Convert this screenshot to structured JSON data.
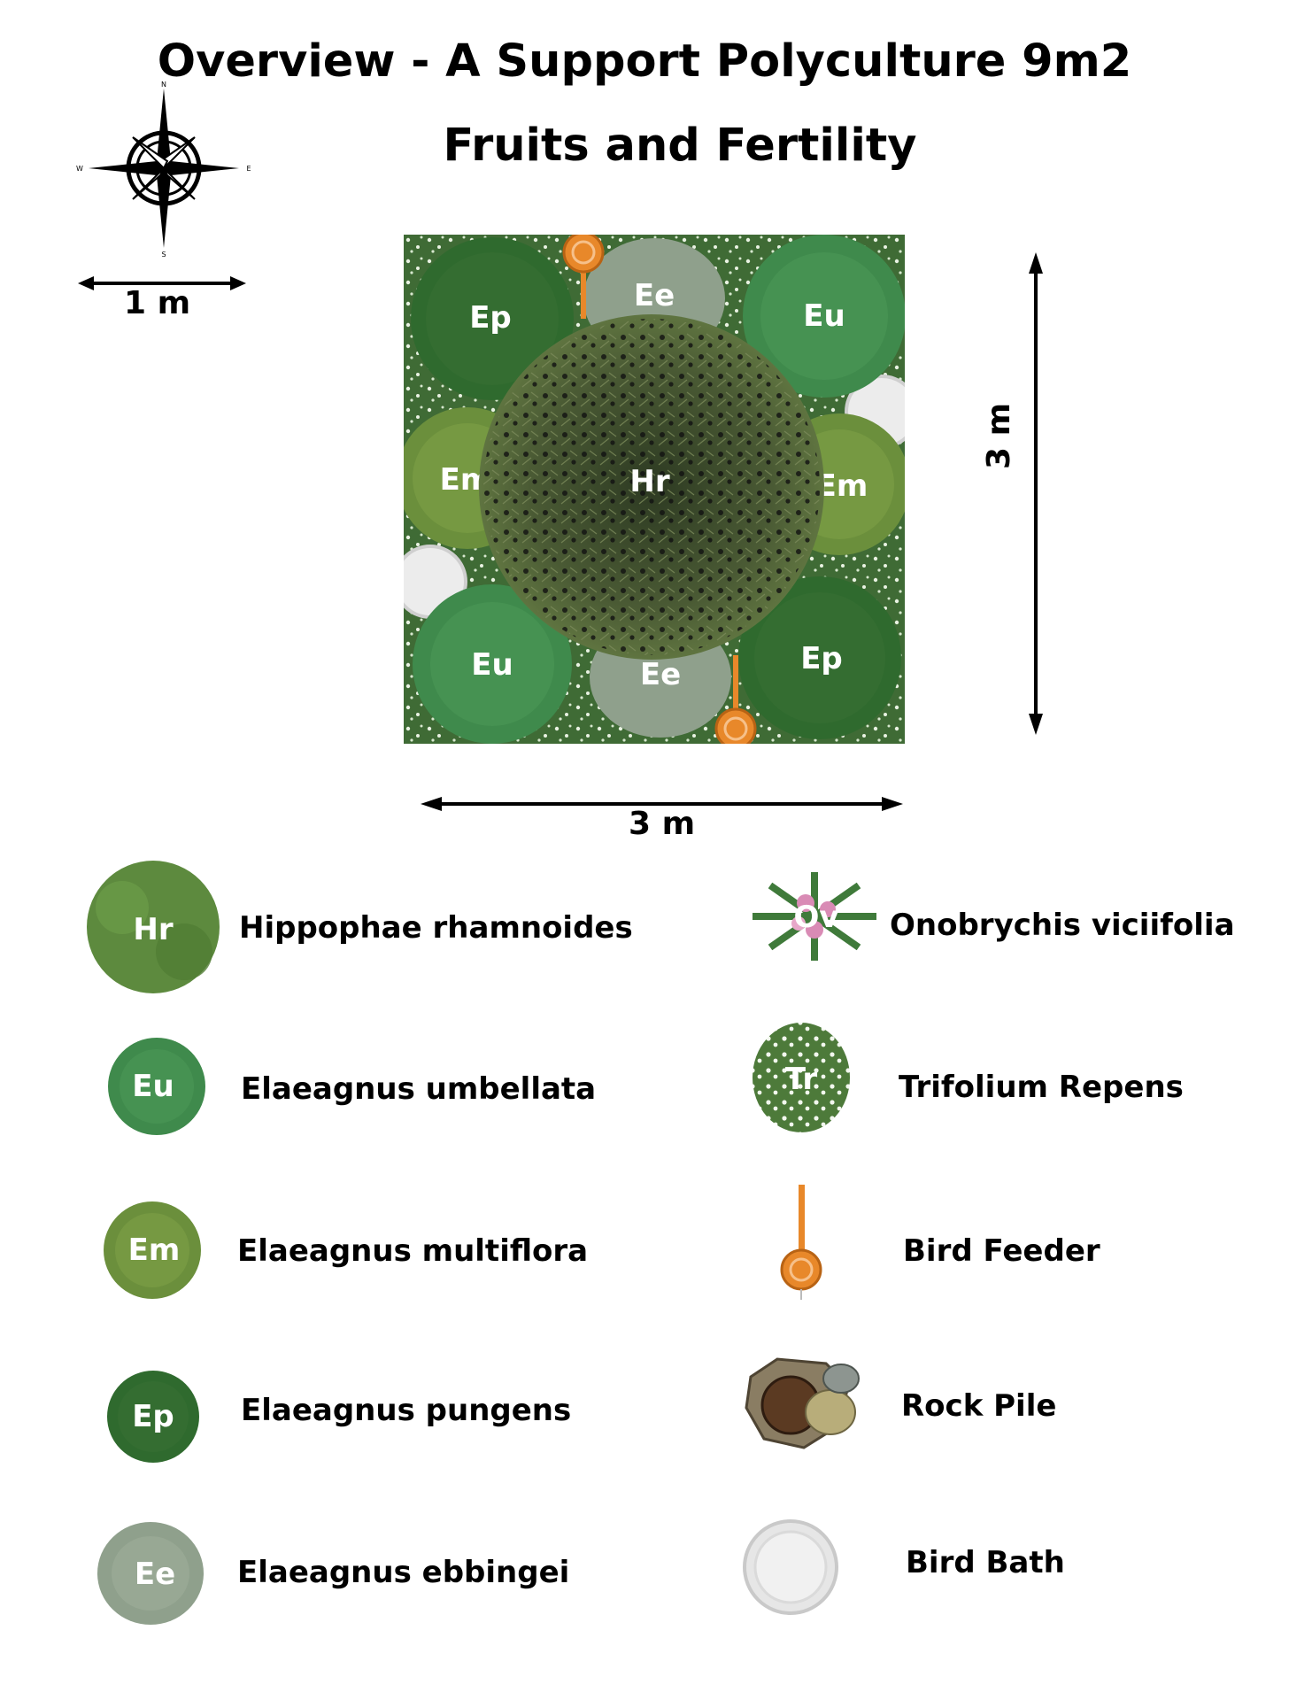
{
  "title": "Overview - A Support Polyculture 9m2",
  "subtitle": "Fruits and Fertility",
  "compass": {
    "n": "N",
    "s": "S",
    "e": "E",
    "w": "W"
  },
  "scale_bar": {
    "label": "1 m"
  },
  "dimensions": {
    "width": "3 m",
    "height": "3 m"
  },
  "plan": {
    "plants": [
      {
        "code": "Ep",
        "species": "Elaeagnus pungens"
      },
      {
        "code": "Ee",
        "species": "Elaeagnus ebbingei"
      },
      {
        "code": "Eu",
        "species": "Elaeagnus umbellata"
      },
      {
        "code": "Em",
        "species": "Elaeagnus multiflora"
      },
      {
        "code": "Hr",
        "species": "Hippophae rhamnoides"
      },
      {
        "code": "Em",
        "species": "Elaeagnus multiflora"
      },
      {
        "code": "Eu",
        "species": "Elaeagnus umbellata"
      },
      {
        "code": "Ee",
        "species": "Elaeagnus ebbingei"
      },
      {
        "code": "Ep",
        "species": "Elaeagnus pungens"
      }
    ]
  },
  "legend": {
    "left": [
      {
        "code": "Hr",
        "label": "Hippophae rhamnoides",
        "color": "#5d8a3e"
      },
      {
        "code": "Eu",
        "label": "Elaeagnus umbellata",
        "color": "#3f8a4c"
      },
      {
        "code": "Em",
        "label": "Elaeagnus multiflora",
        "color": "#6b8f3c"
      },
      {
        "code": "Ep",
        "label": "Elaeagnus pungens",
        "color": "#2f6a2e"
      },
      {
        "code": "Ee",
        "label": "Elaeagnus ebbingei",
        "color": "#8fa08c"
      }
    ],
    "right": [
      {
        "code": "Ov",
        "label": "Onobrychis viciifolia",
        "color": "#d98bb5"
      },
      {
        "code": "Tr",
        "label": "Trifolium Repens",
        "color": "#4d7a3a"
      },
      {
        "code": "",
        "label": "Bird Feeder",
        "color": "#e8882a"
      },
      {
        "code": "",
        "label": "Rock Pile",
        "color": "#7a6a4a"
      },
      {
        "code": "",
        "label": "Bird Bath",
        "color": "#e6e6e6"
      }
    ]
  }
}
